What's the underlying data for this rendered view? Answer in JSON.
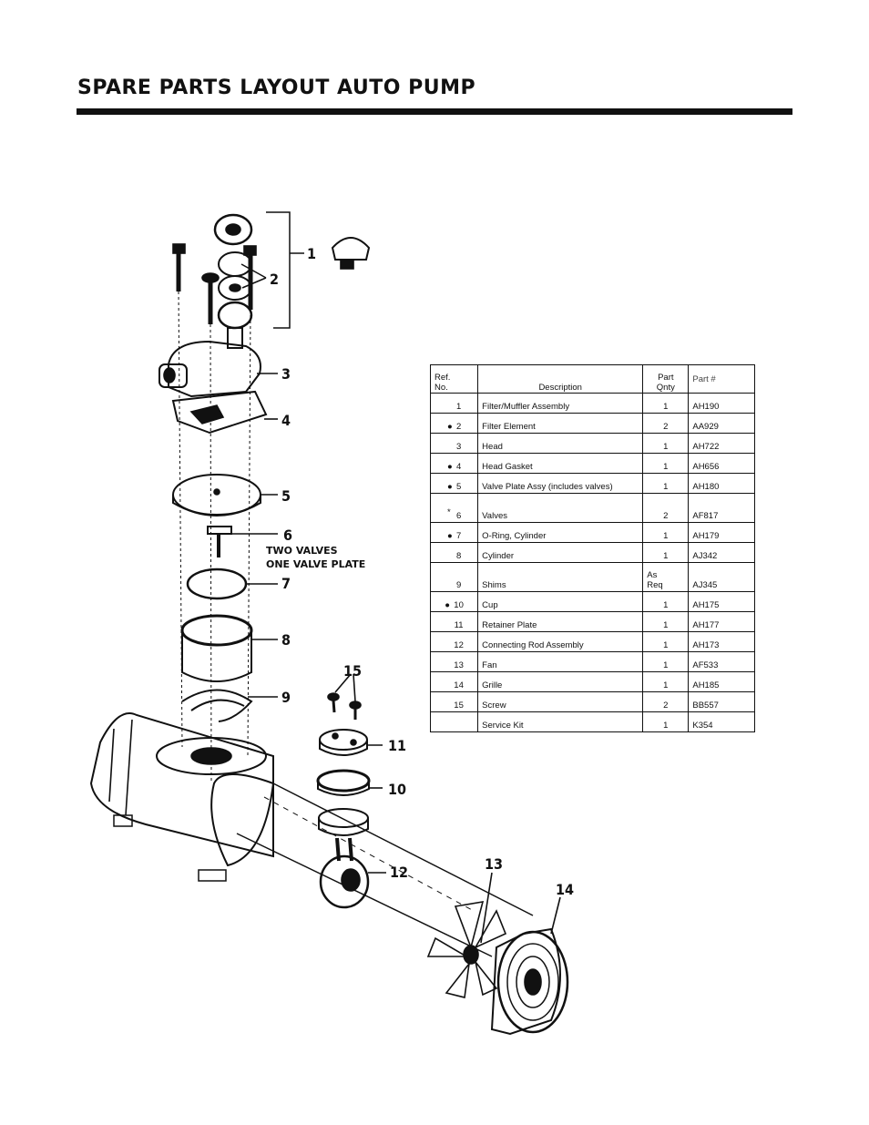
{
  "title": "SPARE PARTS LAYOUT AUTO PUMP",
  "diagram": {
    "callouts": [
      "1",
      "2",
      "3",
      "4",
      "5",
      "6",
      "7",
      "8",
      "9",
      "10",
      "11",
      "12",
      "13",
      "14",
      "15"
    ],
    "note_line1": "TWO VALVES",
    "note_line2": "ONE VALVE PLATE"
  },
  "table": {
    "headers": {
      "ref_line1": "Ref.",
      "ref_line2": "No.",
      "description": "Description",
      "qty_line1": "Part",
      "qty_line2": "Qnty",
      "part": "Part #"
    },
    "rows": [
      {
        "mark": "",
        "ref": "1",
        "description": "Filter/Muffler Assembly",
        "qty": "1",
        "part": "AH190"
      },
      {
        "mark": "●",
        "ref": "2",
        "description": "Filter Element",
        "qty": "2",
        "part": "AA929"
      },
      {
        "mark": "",
        "ref": "3",
        "description": "Head",
        "qty": "1",
        "part": "AH722"
      },
      {
        "mark": "●",
        "ref": "4",
        "description": "Head Gasket",
        "qty": "1",
        "part": "AH656"
      },
      {
        "mark": "●",
        "ref": "5",
        "description": "Valve Plate Assy (includes valves)",
        "qty": "1",
        "part": "AH180"
      },
      {
        "mark": "*",
        "ref": "6",
        "description": "Valves",
        "qty": "2",
        "part": "AF817"
      },
      {
        "mark": "●",
        "ref": "7",
        "description": "O-Ring, Cylinder",
        "qty": "1",
        "part": "AH179"
      },
      {
        "mark": "",
        "ref": "8",
        "description": "Cylinder",
        "qty": "1",
        "part": "AJ342"
      },
      {
        "mark": "",
        "ref": "9",
        "description": "Shims",
        "qty_line1": "As",
        "qty": "Req",
        "part": "AJ345"
      },
      {
        "mark": "●",
        "ref": "10",
        "description": "Cup",
        "qty": "1",
        "part": "AH175"
      },
      {
        "mark": "",
        "ref": "11",
        "description": "Retainer Plate",
        "qty": "1",
        "part": "AH177"
      },
      {
        "mark": "",
        "ref": "12",
        "description": "Connecting Rod Assembly",
        "qty": "1",
        "part": "AH173"
      },
      {
        "mark": "",
        "ref": "13",
        "description": "Fan",
        "qty": "1",
        "part": "AF533"
      },
      {
        "mark": "",
        "ref": "14",
        "description": "Grille",
        "qty": "1",
        "part": "AH185"
      },
      {
        "mark": "",
        "ref": "15",
        "description": "Screw",
        "qty": "2",
        "part": "BB557"
      },
      {
        "mark": "",
        "ref": "",
        "description": "Service Kit",
        "qty": "1",
        "part": "K354"
      }
    ]
  }
}
